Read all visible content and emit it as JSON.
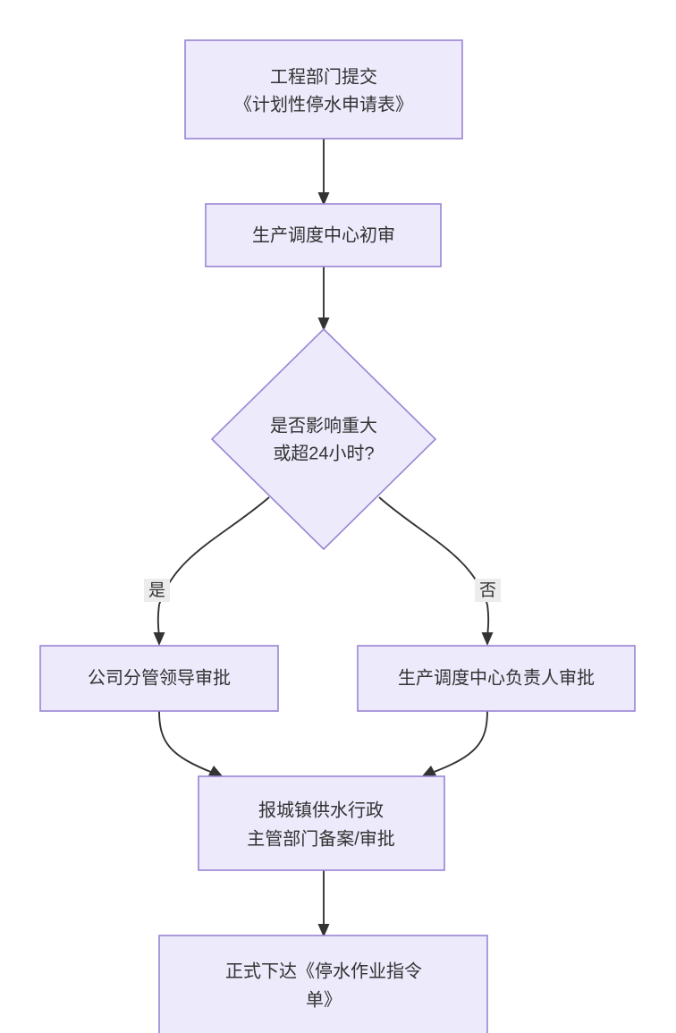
{
  "diagram": {
    "type": "flowchart",
    "direction": "top-to-bottom",
    "background_color": "#ffffff",
    "node_fill_color": "#ECEAFB",
    "node_border_color": "#9A84D4",
    "text_color": "#333333",
    "edge_color": "#333333",
    "edge_label_background_color": "#ECECEC",
    "nodes": [
      {
        "id": "n1",
        "shape": "rectangle",
        "line1": "工程部门提交",
        "line2": "《计划性停水申请表》"
      },
      {
        "id": "n2",
        "shape": "rectangle",
        "line1": "生产调度中心初审",
        "line2": ""
      },
      {
        "id": "n3",
        "shape": "diamond",
        "line1": "是否影响重大",
        "line2": "或超24小时?"
      },
      {
        "id": "n4",
        "shape": "rectangle",
        "line1": "公司分管领导审批",
        "line2": ""
      },
      {
        "id": "n5",
        "shape": "rectangle",
        "line1": "生产调度中心负责人审批",
        "line2": ""
      },
      {
        "id": "n6",
        "shape": "rectangle",
        "line1": "报城镇供水行政",
        "line2": "主管部门备案/审批"
      },
      {
        "id": "n7",
        "shape": "rectangle",
        "line1": "正式下达《停水作业指令",
        "line2": "单》"
      }
    ],
    "edges": [
      {
        "id": "e1",
        "from": "n1",
        "to": "n2",
        "label": ""
      },
      {
        "id": "e2",
        "from": "n2",
        "to": "n3",
        "label": ""
      },
      {
        "id": "e3",
        "from": "n3",
        "to": "n4",
        "label": "是"
      },
      {
        "id": "e4",
        "from": "n3",
        "to": "n5",
        "label": "否"
      },
      {
        "id": "e5",
        "from": "n4",
        "to": "n6",
        "label": ""
      },
      {
        "id": "e6",
        "from": "n5",
        "to": "n6",
        "label": ""
      },
      {
        "id": "e7",
        "from": "n6",
        "to": "n7",
        "label": ""
      }
    ]
  }
}
